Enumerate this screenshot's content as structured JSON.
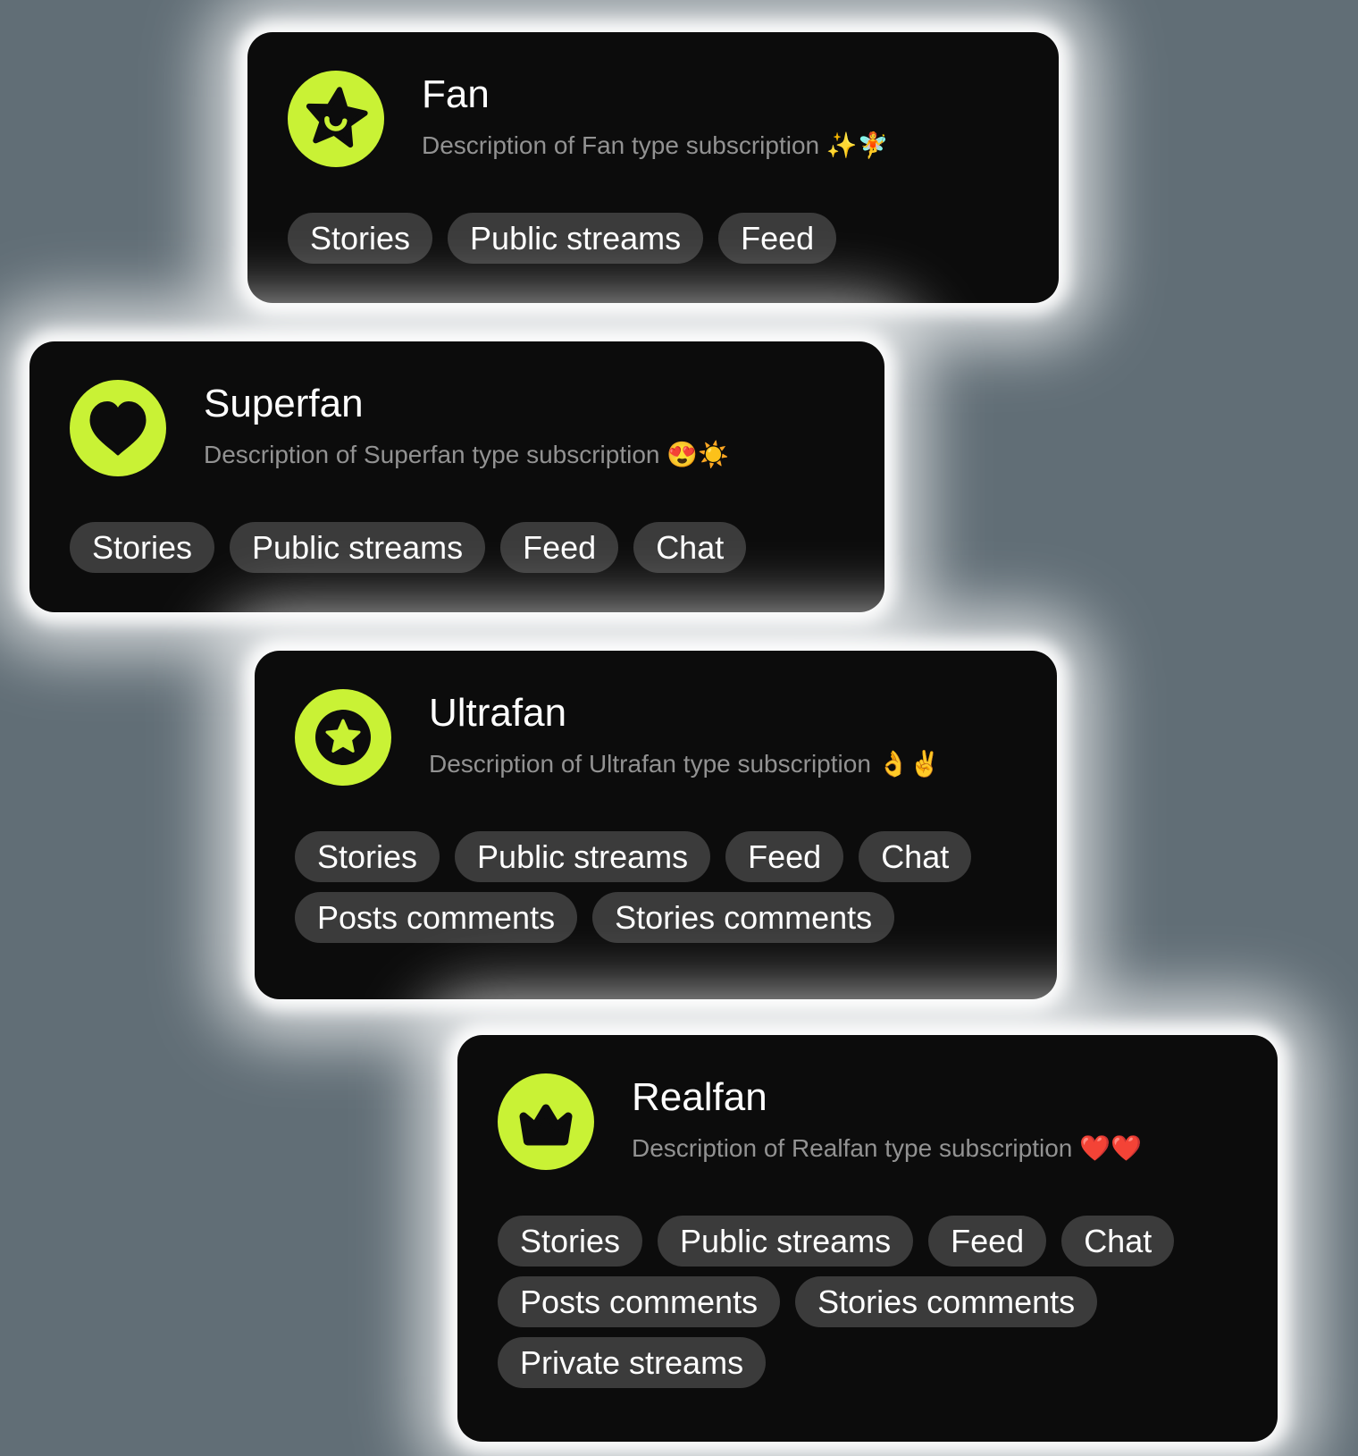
{
  "colors": {
    "page_background": "#616e76",
    "card_glow": "#ffffff",
    "card_background": "#0c0c0c",
    "chip_background": "#3b3b3b",
    "accent": "#c9f235",
    "title": "#ffffff",
    "description": "#929292",
    "chip_text": "#ffffff"
  },
  "cards": [
    {
      "title": "Fan",
      "description": "Description of Fan type subscription ✨🧚",
      "icon": "smiling-star",
      "chip_rows": [
        [
          "Stories",
          "Public streams",
          "Feed"
        ]
      ]
    },
    {
      "title": "Superfan",
      "description": "Description of Superfan type subscription 😍☀️",
      "icon": "heart",
      "chip_rows": [
        [
          "Stories",
          "Public streams",
          "Feed",
          "Chat"
        ]
      ]
    },
    {
      "title": "Ultrafan",
      "description": "Description of Ultrafan type subscription 👌✌️",
      "icon": "star-in-circle",
      "chip_rows": [
        [
          "Stories",
          "Public streams",
          "Feed",
          "Chat"
        ],
        [
          "Posts comments",
          "Stories comments"
        ]
      ]
    },
    {
      "title": "Realfan",
      "description": "Description of Realfan type subscription ❤️❤️",
      "icon": "crown",
      "chip_rows": [
        [
          "Stories",
          "Public streams",
          "Feed",
          "Chat"
        ],
        [
          "Posts comments",
          "Stories comments"
        ],
        [
          "Private streams"
        ]
      ]
    }
  ]
}
